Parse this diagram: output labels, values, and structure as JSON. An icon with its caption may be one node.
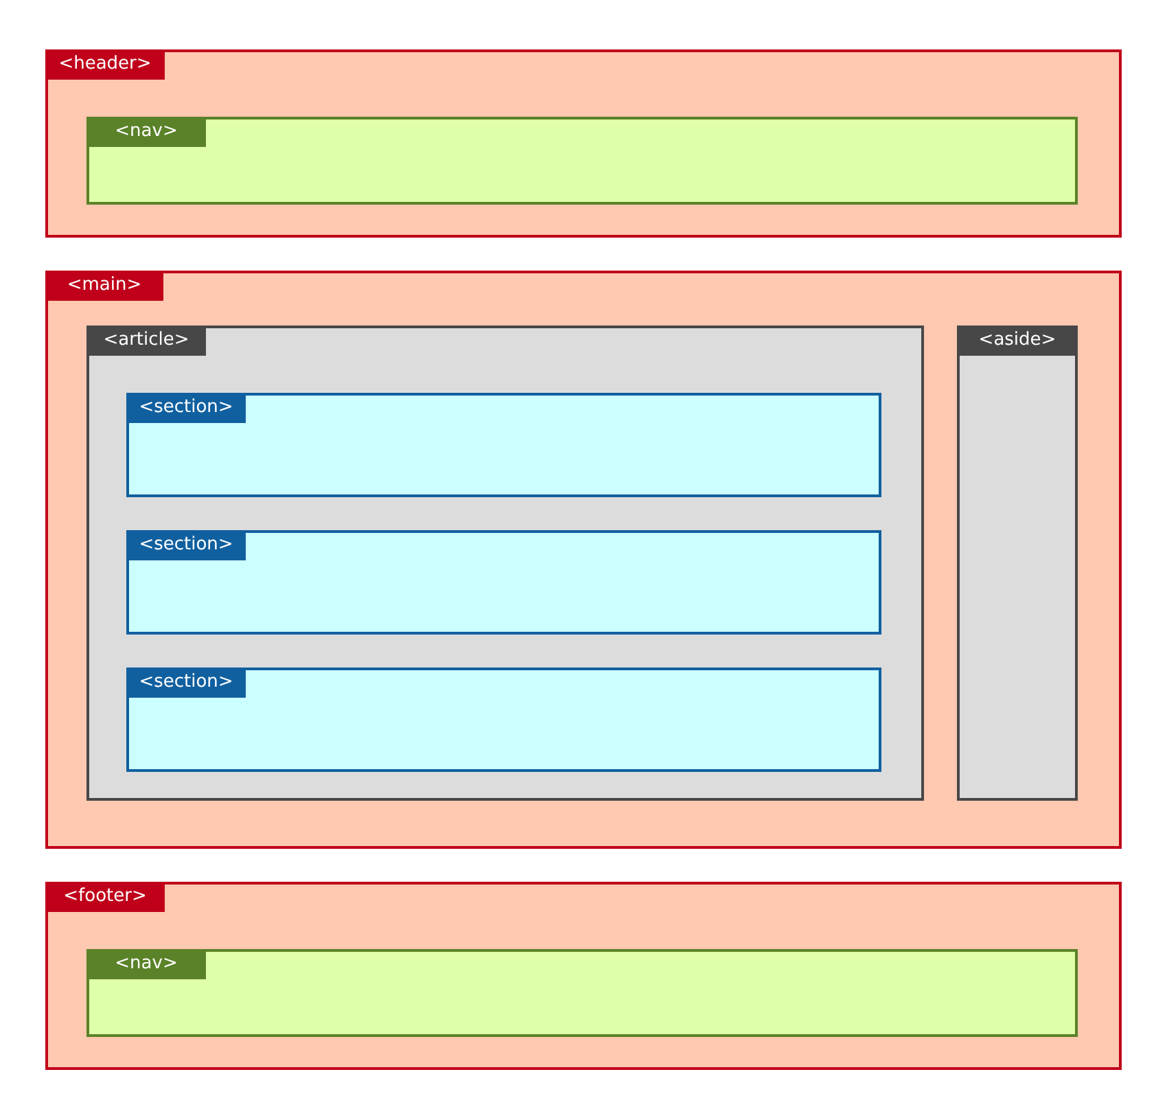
{
  "diagram": {
    "nodes": [
      {
        "text": [
          "<header>"
        ]
      },
      {
        "text": [
          "<nav>"
        ],
        "in": 0
      },
      {
        "text": [
          "<main>"
        ]
      },
      {
        "text": [
          "<article>"
        ],
        "in": 2
      },
      {
        "text": [
          "<section>"
        ],
        "in": 3
      },
      {
        "text": [
          "<section>"
        ],
        "in": 3
      },
      {
        "text": [
          "<section>"
        ],
        "in": 3
      },
      {
        "text": [
          "<aside>"
        ],
        "in": 2
      },
      {
        "text": [
          "<footer>"
        ]
      },
      {
        "text": [
          "<nav>"
        ],
        "in": 8
      }
    ]
  }
}
